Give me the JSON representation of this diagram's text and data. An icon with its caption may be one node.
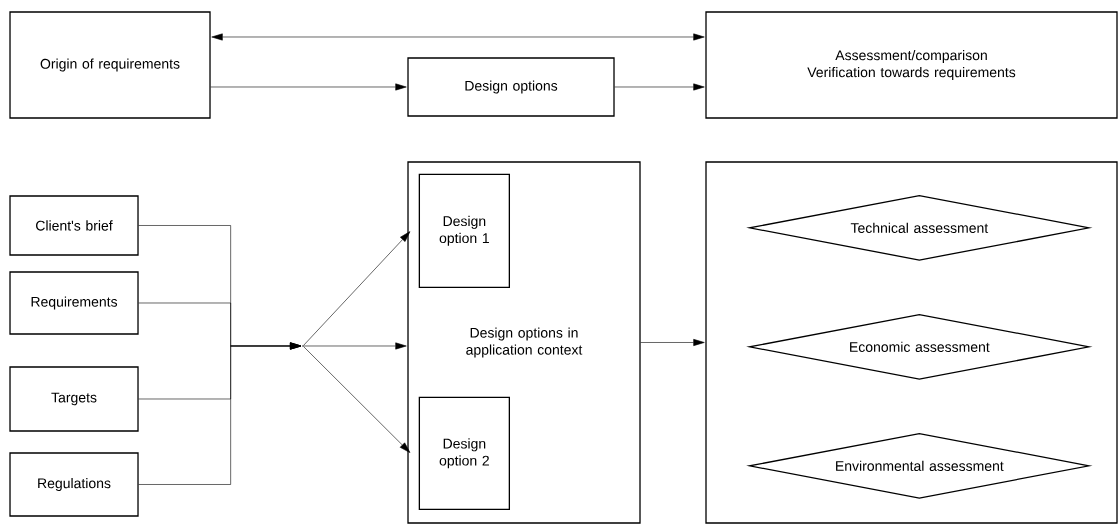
{
  "diagram": {
    "nodes": [
      {
        "text": [
          "Origin of requirements"
        ]
      },
      {
        "text": [
          "Design options"
        ]
      },
      {
        "text": [
          "Assessment/comparison",
          "Verification towards requirements"
        ]
      },
      {
        "text": [
          "Client's brief"
        ]
      },
      {
        "text": [
          "Requirements"
        ]
      },
      {
        "text": [
          "Targets"
        ]
      },
      {
        "text": [
          "Regulations"
        ]
      },
      {
        "text": [],
        "shape": "point"
      },
      {
        "text": [
          "Design options in application context"
        ]
      },
      {
        "text": [
          "Design option 1"
        ],
        "in": 8
      },
      {
        "text": [
          "Design option 2"
        ],
        "in": 8
      },
      {
        "text": [],
        "shape": "box"
      },
      {
        "text": [
          "Technical assessment"
        ],
        "in": 11
      },
      {
        "text": [
          "Economic assessment"
        ],
        "in": 11
      },
      {
        "text": [
          "Environmental assessment"
        ],
        "in": 11
      }
    ],
    "edges": [
      {
        "from": 0,
        "to": 2,
        "arrow": "both"
      },
      {
        "from": 0,
        "to": 1,
        "arrow": "to"
      },
      {
        "from": 1,
        "to": 2,
        "arrow": "to"
      },
      {
        "from": 3,
        "to": 7,
        "arrow": "to"
      },
      {
        "from": 4,
        "to": 7,
        "arrow": "to"
      },
      {
        "from": 5,
        "to": 7,
        "arrow": "to"
      },
      {
        "from": 6,
        "to": 7,
        "arrow": "to"
      },
      {
        "from": 7,
        "to": 9,
        "arrow": "to"
      },
      {
        "from": 7,
        "to": 8,
        "arrow": "to"
      },
      {
        "from": 7,
        "to": 10,
        "arrow": "to"
      },
      {
        "from": 8,
        "to": 11,
        "arrow": "to"
      }
    ]
  }
}
